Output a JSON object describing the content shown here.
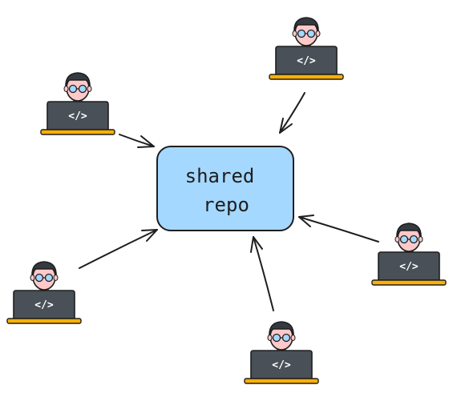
{
  "repo": {
    "label_line1": "shared",
    "label_line2": "repo"
  },
  "developers": [
    {
      "name": "developer-top"
    },
    {
      "name": "developer-top-left"
    },
    {
      "name": "developer-right"
    },
    {
      "name": "developer-bottom-left"
    },
    {
      "name": "developer-bottom"
    }
  ],
  "laptop": {
    "code_glyph": "</>"
  },
  "colors": {
    "repo_fill": "#a5d8ff",
    "stroke": "#1e1e1e",
    "hair": "#343a40",
    "skin": "#ffc9c9",
    "glasses": "#a5d8ff",
    "shirt": "#e03131",
    "laptop": "#495057",
    "desk": "#fab005"
  }
}
